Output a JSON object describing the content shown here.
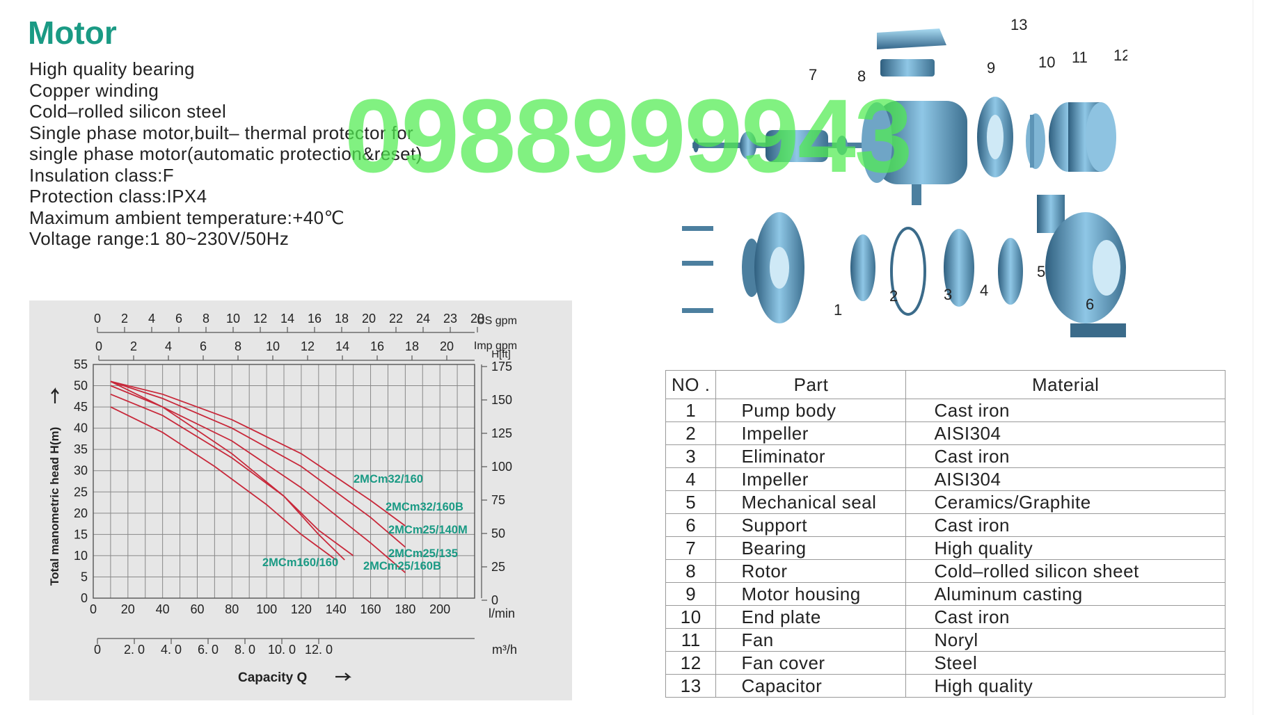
{
  "title": "Motor",
  "features": [
    "High quality bearing",
    "Copper winding",
    "Cold–rolled silicon steel",
    "Single phase motor,built– thermal protector for",
    "single phase motor(automatic protection&reset)",
    "Insulation class:F",
    "Protection class:IPX4",
    "Maximum ambient temperature:+40℃",
    "Voltage range:1 80~230V/50Hz"
  ],
  "watermark": "0988999943",
  "chart_data": {
    "type": "line",
    "xlabel": "Capacity Q",
    "ylabel": "Total manometric head H(m)",
    "xlim": [
      0,
      220
    ],
    "ylim": [
      0,
      55
    ],
    "x_unit": "l/min",
    "y_unit": "H[ft]",
    "grid": true,
    "x_ticks": [
      "0",
      "20",
      "40",
      "60",
      "80",
      "100",
      "120",
      "140",
      "160",
      "180",
      "200"
    ],
    "y_ticks": [
      "0",
      "5",
      "10",
      "15",
      "20",
      "25",
      "30",
      "35",
      "40",
      "45",
      "50",
      "55"
    ],
    "us_gpm_label": "US gpm",
    "us_gpm_ticks": [
      "0",
      "2",
      "4",
      "6",
      "8",
      "10",
      "12",
      "14",
      "16",
      "18",
      "20",
      "22",
      "24",
      "23",
      "28"
    ],
    "imp_gpm_label": "Imp gpm",
    "imp_gpm_ticks": [
      "0",
      "2",
      "4",
      "6",
      "8",
      "10",
      "12",
      "14",
      "16",
      "18",
      "20"
    ],
    "ft_ticks": [
      "175",
      "150",
      "125",
      "100",
      "75",
      "50",
      "25",
      "0"
    ],
    "m3h_label": "m³/h",
    "m3h_ticks": [
      "0",
      "2. 0",
      "4. 0",
      "6. 0",
      "8. 0",
      "10. 0",
      "12. 0"
    ],
    "series_color": "#c8283a",
    "label_color": "#1a9a84",
    "series": [
      {
        "name": "2MCm32/160",
        "x": [
          10,
          40,
          80,
          120,
          160,
          180
        ],
        "y": [
          51,
          48,
          42,
          34,
          23,
          17
        ]
      },
      {
        "name": "2MCm32/160B",
        "x": [
          10,
          40,
          80,
          120,
          160,
          180
        ],
        "y": [
          51,
          47,
          40,
          31,
          19,
          12
        ]
      },
      {
        "name": "2MCm25/140M",
        "x": [
          10,
          40,
          80,
          120,
          160,
          180
        ],
        "y": [
          50,
          45,
          37,
          26,
          13,
          6
        ]
      },
      {
        "name": "2MCm25/135",
        "x": [
          10,
          40,
          80,
          110,
          130,
          150
        ],
        "y": [
          48,
          43,
          33,
          24,
          16,
          10
        ]
      },
      {
        "name": "2MCm25/160B",
        "x": [
          10,
          40,
          80,
          110,
          130,
          145
        ],
        "y": [
          51,
          45,
          34,
          24,
          15,
          9
        ]
      },
      {
        "name": "2MCm160/160",
        "x": [
          10,
          40,
          70,
          100,
          120,
          140
        ],
        "y": [
          45,
          39,
          31,
          22,
          15,
          9
        ]
      }
    ]
  },
  "diagram_labels": [
    "1",
    "2",
    "3",
    "4",
    "5",
    "6",
    "7",
    "8",
    "9",
    "10",
    "11",
    "12",
    "13"
  ],
  "table": {
    "headers": [
      "NO .",
      "Part",
      "Material"
    ],
    "rows": [
      [
        "1",
        "Pump body",
        "Cast iron"
      ],
      [
        "2",
        "Impeller",
        "AISI304"
      ],
      [
        "3",
        "Eliminator",
        "Cast iron"
      ],
      [
        "4",
        "Impeller",
        "AISI304"
      ],
      [
        "5",
        "Mechanical seal",
        "Ceramics/Graphite"
      ],
      [
        "6",
        "Support",
        "Cast iron"
      ],
      [
        "7",
        "Bearing",
        "High quality"
      ],
      [
        "8",
        "Rotor",
        "Cold–rolled silicon sheet"
      ],
      [
        "9",
        "Motor housing",
        "Aluminum casting"
      ],
      [
        "10",
        "End plate",
        "Cast iron"
      ],
      [
        "11",
        "Fan",
        "Noryl"
      ],
      [
        "12",
        "Fan cover",
        "Steel"
      ],
      [
        "13",
        "Capacitor",
        "High quality"
      ]
    ]
  }
}
